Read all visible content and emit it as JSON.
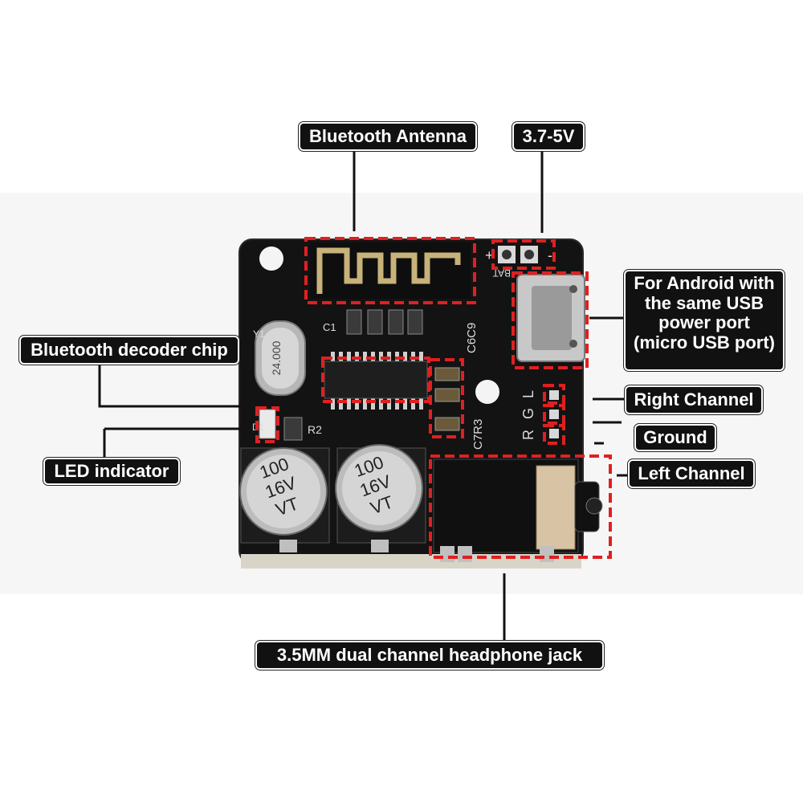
{
  "labels": {
    "antenna": "Bluetooth Antenna",
    "voltage": "3.7-5V",
    "usb_lines": [
      "For Android with",
      "the same USB",
      "power port",
      "(micro USB port)"
    ],
    "decoder": "Bluetooth decoder chip",
    "led": "LED indicator",
    "right": "Right Channel",
    "ground": "Ground",
    "left": "Left Channel",
    "jack": "3.5MM dual channel headphone jack"
  },
  "board_text": {
    "crystal": "24.000",
    "capacitor_value": "100",
    "capacitor_voltage": "16V",
    "capacitor_brand": "VT",
    "bat": "BAT",
    "plus": "+",
    "minus": "-",
    "r": "R",
    "g": "G",
    "l": "L",
    "c6c9": "C6C9",
    "c7r3": "C7R3",
    "r2": "R2",
    "c1": "C1",
    "y1": "Y1",
    "d1": "D1"
  },
  "colors": {
    "highlight": "#e02020",
    "pcb": "#151515",
    "label_bg": "#111111"
  }
}
